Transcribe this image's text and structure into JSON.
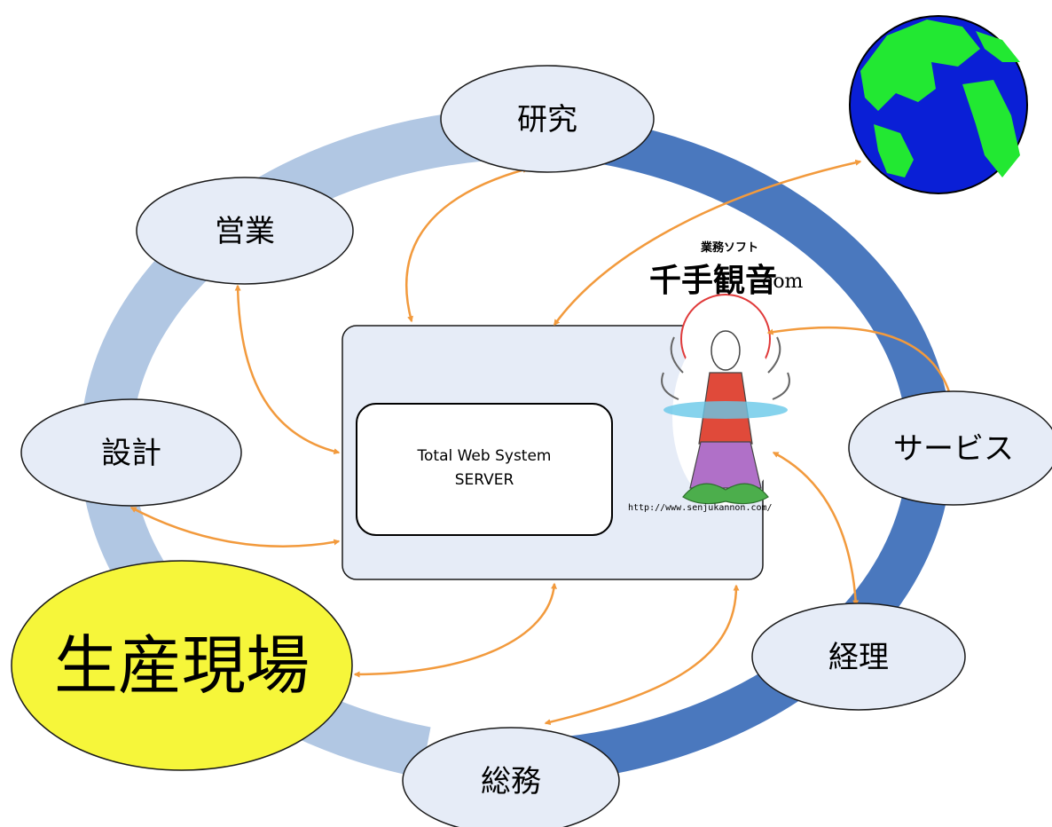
{
  "colors": {
    "ring_light": "#b1c7e3",
    "ring_dark": "#4a78be",
    "node_fill": "#e6ecf7",
    "node_stroke": "#1a1a1a",
    "highlight_fill": "#f6f63a",
    "arrow": "#f29a3d",
    "server_fill": "#e6ecf7",
    "globe_ocean": "#0a1fd6",
    "globe_land": "#22e832"
  },
  "nodes": {
    "research": "研究",
    "sales": "営業",
    "design": "設計",
    "production": "生産現場",
    "general_affairs": "総務",
    "accounting": "経理",
    "service": "サービス"
  },
  "server": {
    "line1": "Total Web System",
    "line2": "SERVER"
  },
  "logo": {
    "small": "業務ソフト",
    "big": "千手観音",
    "com": ".com",
    "url": "http://www.senjukannon.com/"
  },
  "icons": {
    "globe": "globe-icon",
    "kannon": "kannon-figure-icon"
  }
}
